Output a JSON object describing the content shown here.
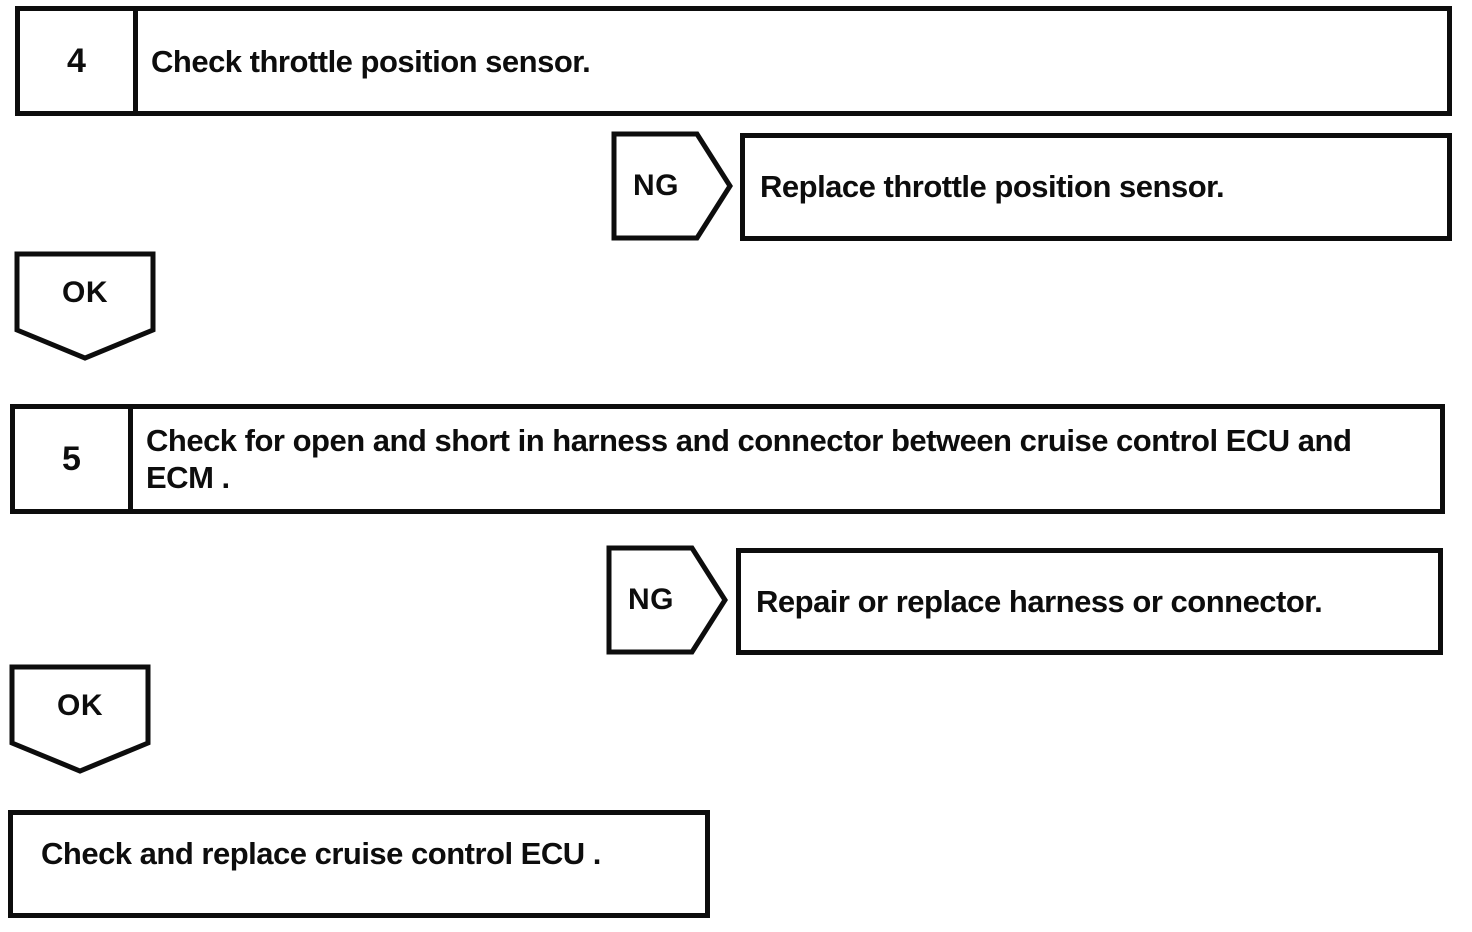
{
  "page": {
    "background_color": "#ffffff",
    "ink_color": "#0d0d0d"
  },
  "flowchart": {
    "step4": {
      "number": "4",
      "label": "Check throttle position sensor."
    },
    "ng1": {
      "label": "NG"
    },
    "result1": {
      "label": "Replace throttle position sensor."
    },
    "ok1": {
      "label": "OK"
    },
    "step5": {
      "number": "5",
      "label": "Check for open and short in harness and connector between cruise control ECU and ECM ."
    },
    "ng2": {
      "label": "NG"
    },
    "result2": {
      "label": "Repair or replace harness or connector."
    },
    "ok2": {
      "label": "OK"
    },
    "terminal": {
      "label": "Check and replace cruise control ECU ."
    }
  }
}
